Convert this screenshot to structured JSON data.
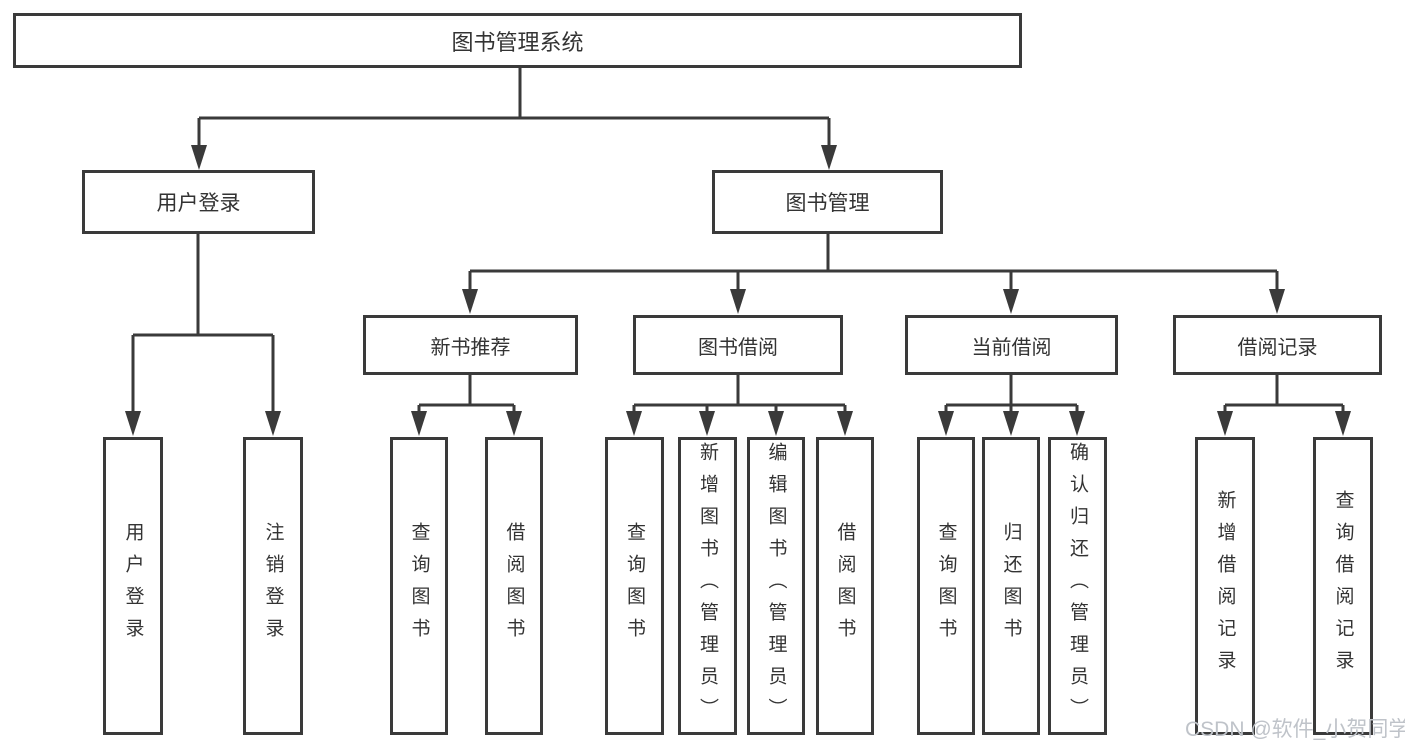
{
  "tree": {
    "root": "图书管理系统",
    "level2": {
      "user_login": "用户登录",
      "book_mgmt": "图书管理"
    },
    "level3": {
      "new_books": "新书推荐",
      "book_borrow": "图书借阅",
      "current_borrow": "当前借阅",
      "borrow_records": "借阅记录"
    },
    "leaves": {
      "user_login_children": [
        "用户登录",
        "注销登录"
      ],
      "new_books_children": [
        "查询图书",
        "借阅图书"
      ],
      "book_borrow_children": [
        "查询图书",
        "新增图书（管理员）",
        "编辑图书（管理员）",
        "借阅图书"
      ],
      "current_borrow_children": [
        "查询图书",
        "归还图书",
        "确认归还（管理员）"
      ],
      "borrow_records_children": [
        "新增借阅记录",
        "查询借阅记录"
      ]
    }
  },
  "watermark": "CSDN @软件_小贺同学",
  "colors": {
    "line": "#3a3a3a",
    "text": "#333333",
    "watermark": "#bfc3c9",
    "background": "#ffffff"
  }
}
